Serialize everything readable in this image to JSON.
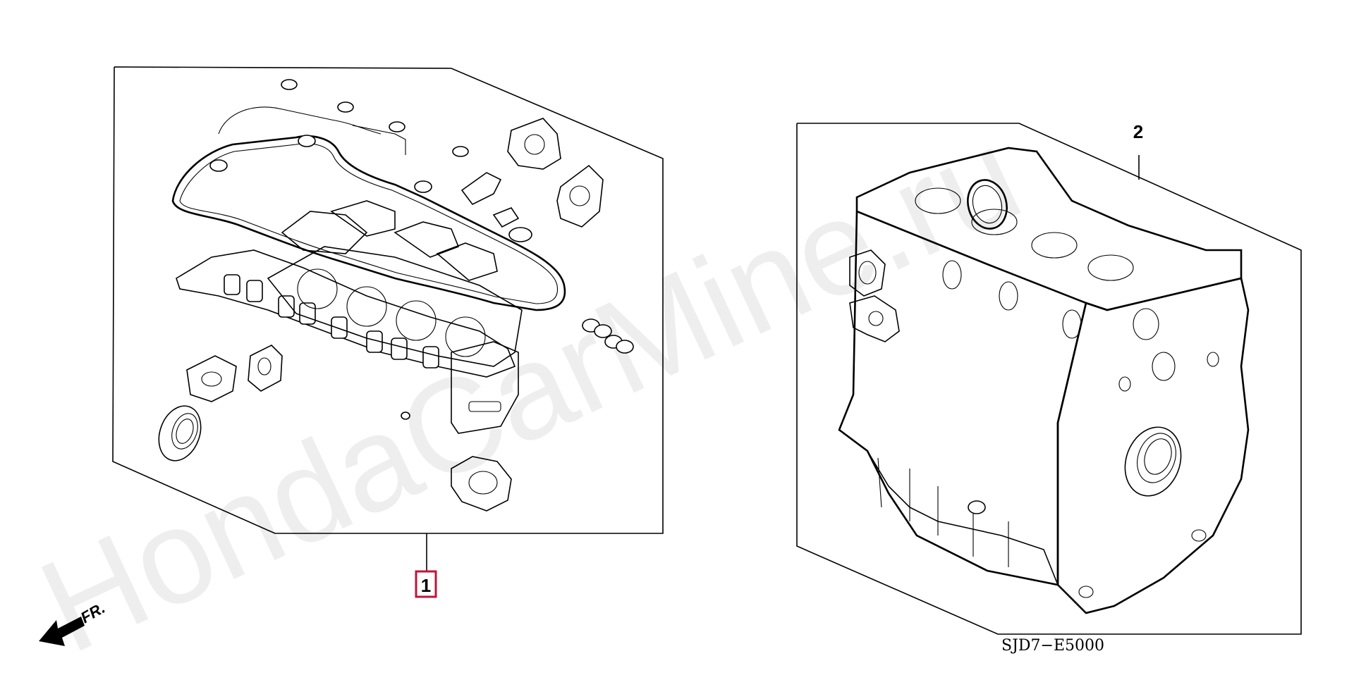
{
  "watermark": "HondaCarMine.ru",
  "parts": [
    {
      "number": "1",
      "description": ""
    },
    {
      "number": "2",
      "description": ""
    }
  ],
  "diagram_code": "SJD7−E5000",
  "direction_indicator": "FR.",
  "colors": {
    "highlight_box": "#c0143c",
    "watermark": "#eeeeee",
    "line": "#000000"
  },
  "icons": [
    "front-arrow-icon"
  ]
}
